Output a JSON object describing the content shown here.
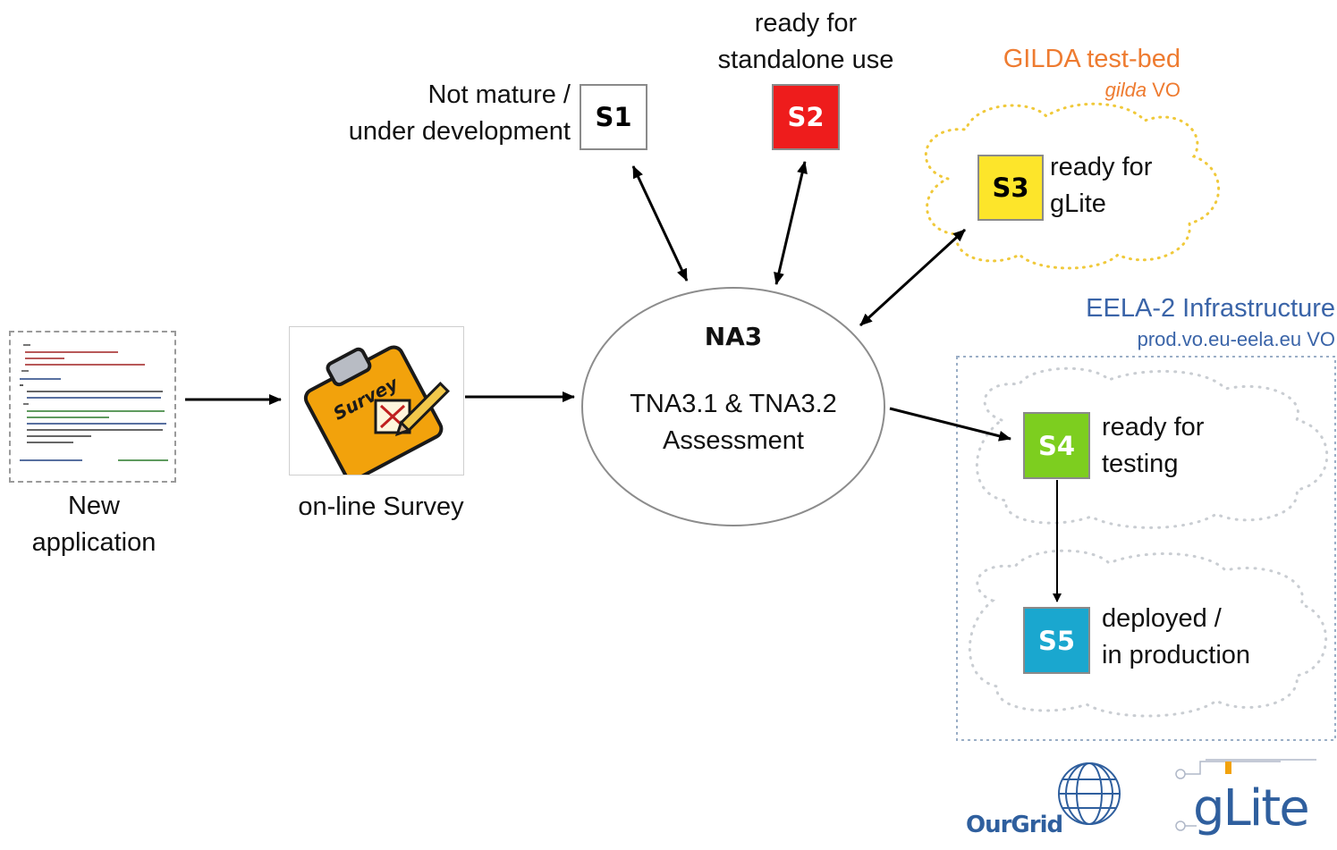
{
  "stages": {
    "s1": {
      "code": "S1",
      "line1": "Not mature /",
      "line2": "under development",
      "color": "#ffffff",
      "text_color": "#000000"
    },
    "s2": {
      "code": "S2",
      "line1": "ready for",
      "line2": "standalone use",
      "color": "#ee1c1c",
      "text_color": "#ffffff"
    },
    "s3": {
      "code": "S3",
      "line1": "ready for",
      "line2": "gLite",
      "color": "#fde52a",
      "text_color": "#000000"
    },
    "s4": {
      "code": "S4",
      "line1": "ready for",
      "line2": "testing",
      "color": "#7dce1f",
      "text_color": "#ffffff"
    },
    "s5": {
      "code": "S5",
      "line1": "deployed /",
      "line2": "in production",
      "color": "#1aa7cf",
      "text_color": "#ffffff"
    }
  },
  "gilda": {
    "title": "GILDA test-bed",
    "vo_name": "gilda",
    "vo_suffix": "VO",
    "color": "#ee7b30"
  },
  "eela": {
    "title": "EELA-2 Infrastructure",
    "vo": "prod.vo.eu-eela.eu VO",
    "color": "#3a64a8"
  },
  "na3": {
    "title": "NA3",
    "line1": "TNA3.1 & TNA3.2",
    "line2": "Assessment"
  },
  "new_app": {
    "line1": "New",
    "line2": "application"
  },
  "survey": {
    "label": "on-line Survey",
    "clipboard_text": "Survey"
  },
  "logos": {
    "ourgrid": "OurGrid",
    "glite": "gLite"
  }
}
